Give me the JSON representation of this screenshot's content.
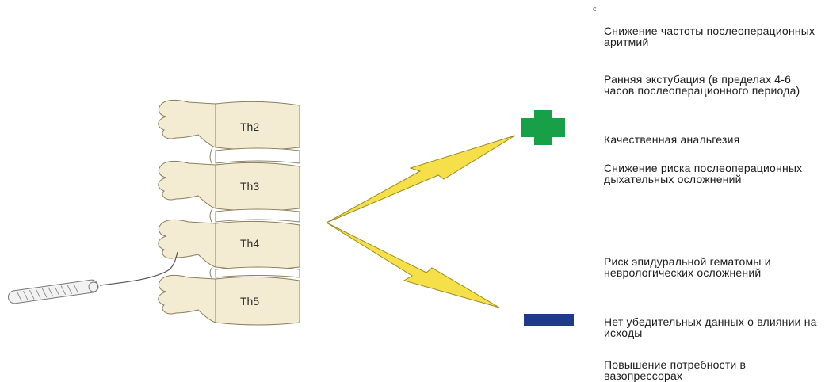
{
  "corner_mark": "c",
  "vertebrae": [
    {
      "label": "Th2"
    },
    {
      "label": "Th3"
    },
    {
      "label": "Th4"
    },
    {
      "label": "Th5"
    }
  ],
  "positive": {
    "symbol": "plus",
    "color": "#17a047",
    "items": [
      "Снижение частоты послеоперационных аритмий",
      "Ранняя экстубация (в пределах 4-6 часов послеоперационного периода)",
      "Качественная анальгезия",
      "Снижение риска послеоперационных дыхательных осложнений"
    ]
  },
  "negative": {
    "symbol": "minus",
    "color": "#1f3a8a",
    "items": [
      "Риск эпидуральной гематомы и неврологических осложнений",
      "Нет убедительных данных о влиянии на исходы",
      "Повышение потребности в вазопрессорах"
    ]
  },
  "colors": {
    "bone_fill": "#f4ecd2",
    "bone_stroke": "#8a7f5e",
    "arrow_fill": "#f5e04a",
    "arrow_stroke": "#9a8a1e"
  }
}
